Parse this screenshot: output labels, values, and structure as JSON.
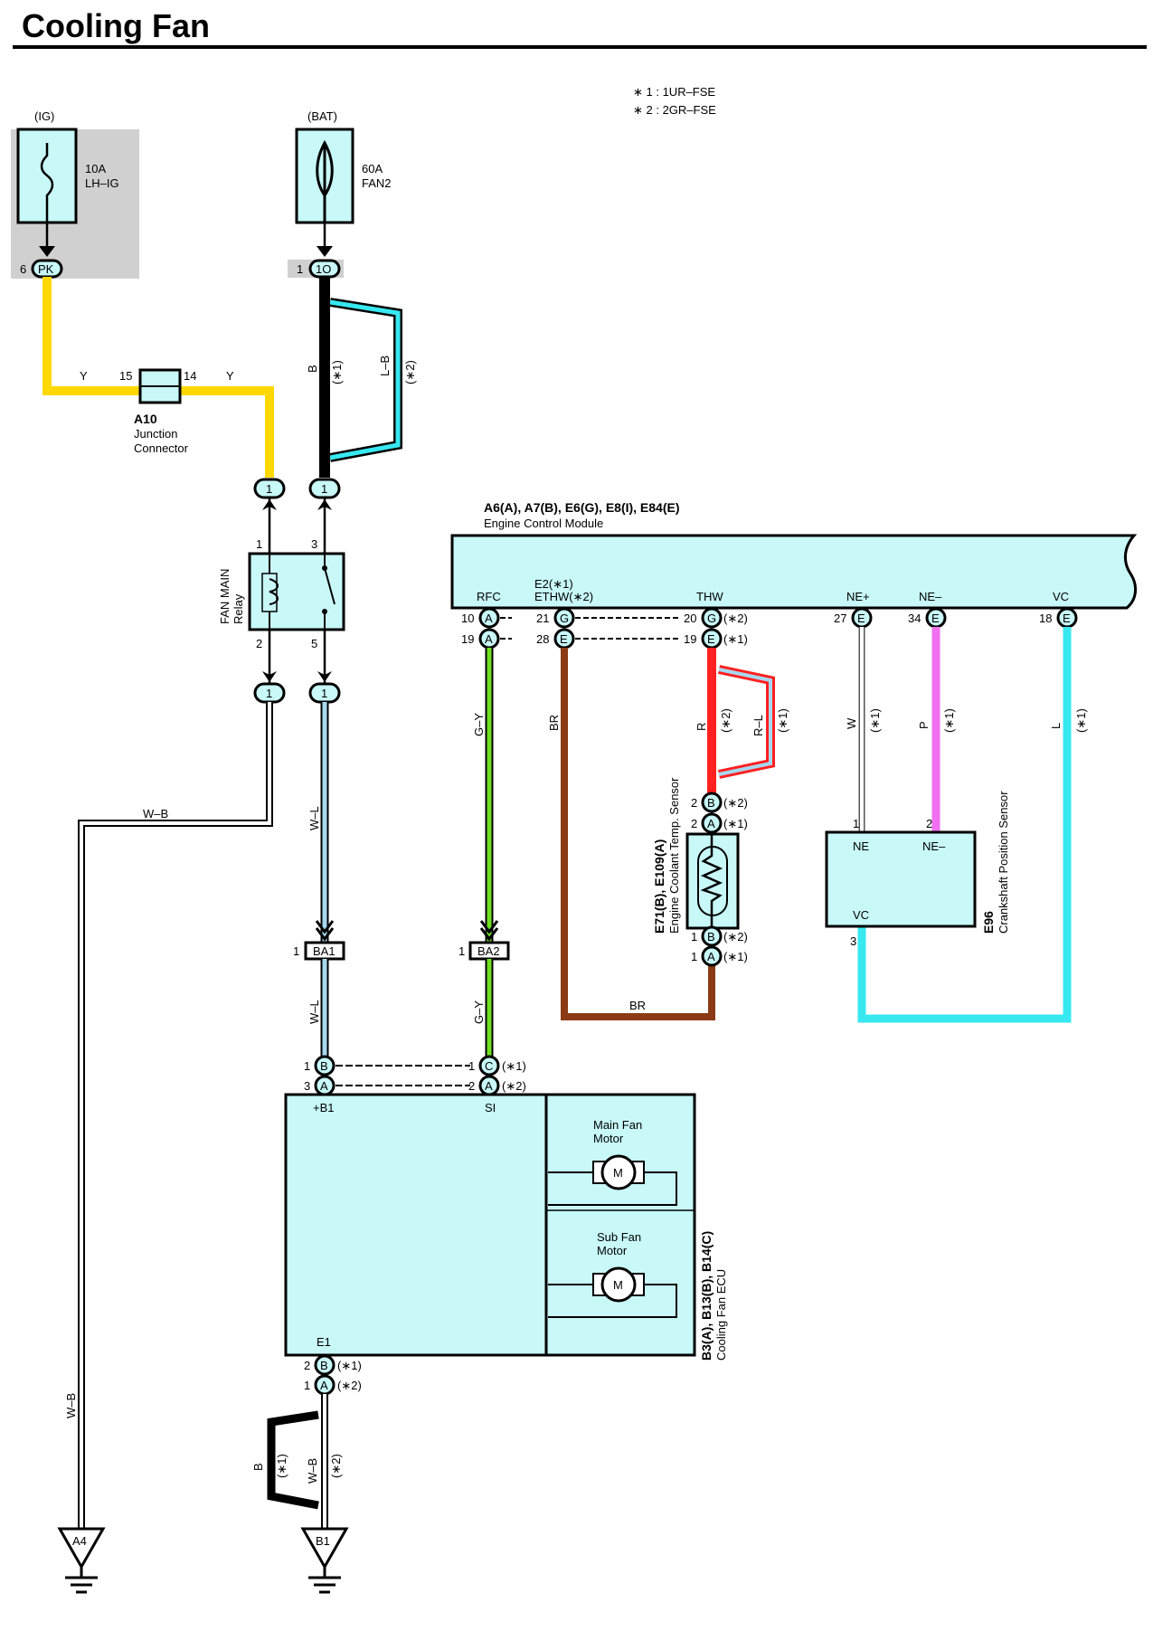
{
  "title": "Cooling Fan",
  "notes": {
    "n1": "∗ 1 : 1UR–FSE",
    "n2": "∗ 2 : 2GR–FSE"
  },
  "colors": {
    "connector_fill": "#c8f8f8",
    "fuse_box_shade": "#d0d0d0",
    "wire_yellow": "#ffd800",
    "wire_black": "#000000",
    "wire_blue": "#38e8f0",
    "wire_lightblue": "#a8d8f0",
    "wire_green": "#70e020",
    "wire_brown": "#8b3a14",
    "wire_red": "#ff2020",
    "wire_pink": "#f070f0",
    "wire_white": "#ffffff"
  },
  "fuses": {
    "ig": {
      "supply": "(IG)",
      "rating": "10A",
      "name": "LH–IG",
      "pin": "6",
      "conn": "PK"
    },
    "bat": {
      "supply": "(BAT)",
      "rating": "60A",
      "name": "FAN2",
      "pin": "1",
      "conn": "1O"
    }
  },
  "junction": {
    "id": "A10",
    "name1": "Junction",
    "name2": "Connector",
    "pin_in": "15",
    "pin_out": "14"
  },
  "relay": {
    "name1": "FAN MAIN",
    "name2": "Relay",
    "pin1": "1",
    "pin2": "2",
    "pin3": "3",
    "pin5": "5",
    "conn": "1"
  },
  "ecm": {
    "code": "A6(A), A7(B), E6(G), E8(I), E84(E)",
    "name": "Engine Control Module",
    "rfc": "RFC",
    "e2a": "E2(∗1)",
    "e2b": "ETHW(∗2)",
    "thw": "THW",
    "nep": "NE+",
    "nen": "NE–",
    "vc": "VC",
    "p10": "10",
    "p19": "19",
    "p21": "21",
    "p28": "28",
    "p20": "20",
    "p19b": "19",
    "p27": "27",
    "p34": "34",
    "p18": "18",
    "cA": "A",
    "cG": "G",
    "cE": "E"
  },
  "sensor_thw": {
    "code": "E71(B), E109(A)",
    "name": "Engine Coolant Temp.  Sensor",
    "p2": "2",
    "p1": "1",
    "cB": "B",
    "cA": "A",
    "s2": "(∗2)",
    "s1": "(∗1)"
  },
  "sensor_crank": {
    "code": "E96",
    "name": "Crankshaft Position Sensor",
    "ne": "NE",
    "nen": "NE–",
    "vc": "VC",
    "p1": "1",
    "p2": "2",
    "p3": "3"
  },
  "fan_ecu": {
    "code": "B3(A), B13(B), B14(C)",
    "name": "Cooling Fan ECU",
    "b1": "+B1",
    "si": "SI",
    "e1": "E1",
    "main_motor1": "Main Fan",
    "main_motor2": "Motor",
    "sub_motor1": "Sub Fan",
    "sub_motor2": "Motor",
    "m": "M",
    "p1": "1",
    "p2": "2",
    "p3": "3",
    "cA": "A",
    "cB": "B",
    "cC": "C",
    "s1": "(∗1)",
    "s2": "(∗2)"
  },
  "inline_connectors": {
    "ba1": "BA1",
    "ba2": "BA2",
    "pin": "1"
  },
  "grounds": {
    "a4": "A4",
    "b1": "B1"
  },
  "wire_labels": {
    "y": "Y",
    "b": "B",
    "lb": "L–B",
    "wb": "W–B",
    "wl": "W–L",
    "gy": "G–Y",
    "br": "BR",
    "r": "R",
    "rl": "R–L",
    "w": "W",
    "p": "P",
    "l": "L",
    "s1": "(∗1)",
    "s2": "(∗2)"
  }
}
